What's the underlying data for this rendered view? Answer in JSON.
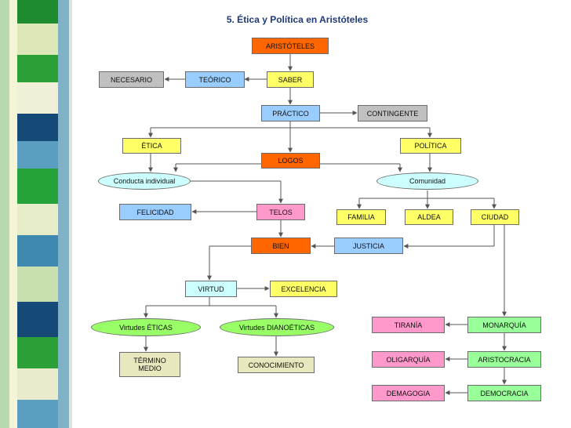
{
  "title": "5. Ética y Política en Aristóteles",
  "colors": {
    "orange": "#ff6600",
    "yellow": "#ffff66",
    "blue": "#99ccff",
    "gray": "#c0c0c0",
    "cyan": "#ccffff",
    "green": "#99ff66",
    "pink": "#ff99cc",
    "lightgreen": "#99ff99",
    "beige": "#e8e8bf",
    "line": "#555555"
  },
  "nodes": {
    "aristoteles": "ARISTÓTELES",
    "saber": "SABER",
    "teorico": "TEÓRICO",
    "necesario": "NECESARIO",
    "practico": "PRÁCTICO",
    "contingente": "CONTINGENTE",
    "etica": "ÉTICA",
    "politica": "POLÍTICA",
    "logos": "LOGOS",
    "conducta": "Conducta individual",
    "comunidad": "Comunidad",
    "felicidad": "FELICIDAD",
    "telos": "TELOS",
    "familia": "FAMILIA",
    "aldea": "ALDEA",
    "ciudad": "CIUDAD",
    "bien": "BIEN",
    "justicia": "JUSTICIA",
    "virtud": "VIRTUD",
    "excelencia": "EXCELENCIA",
    "v_eticas": "Virtudes ÉTICAS",
    "v_dianoeticas": "Virtudes DIANOÉTICAS",
    "termino": "TÉRMINO MEDIO",
    "conocimiento": "CONOCIMIENTO",
    "tirania": "TIRANÍA",
    "monarquia": "MONARQUÍA",
    "oligarquia": "OLIGARQUÍA",
    "aristocracia": "ARISTOCRACIA",
    "demagogia": "DEMAGOGIA",
    "democracia": "DEMOCRACIA"
  }
}
